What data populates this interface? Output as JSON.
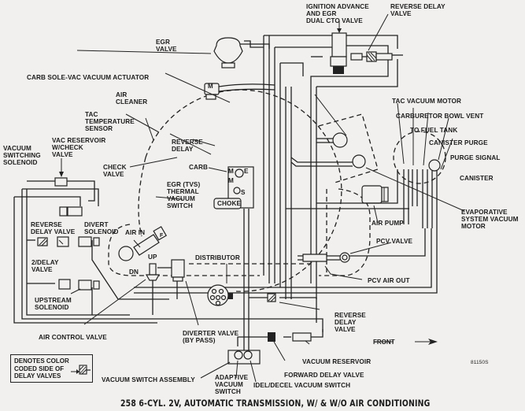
{
  "document": {
    "title": "258 6-CYL. 2V, AUTOMATIC TRANSMISSION, W/ & W/O AIR CONDITIONING",
    "figure_code": "81150S",
    "front_indicator": "FRONT",
    "legend": {
      "text": "DENOTES COLOR\nCODED SIDE OF\nDELAY VALVES",
      "icon": "delay-valve-icon"
    }
  },
  "labels": {
    "ignition_advance": "IGNITION ADVANCE\nAND EGR\nDUAL CTO VALVE",
    "reverse_delay_top": "REVERSE DELAY\nVALVE",
    "egr_valve": "EGR\nVALVE",
    "carb_sole_vac": "CARB SOLE-VAC VACUUM ACTUATOR",
    "air_cleaner": "AIR\nCLEANER",
    "tac_temp_sensor": "TAC\nTEMPERATURE\nSENSOR",
    "tac_vacuum_motor": "TAC VACUUM MOTOR",
    "carb_bowl_vent": "CARBURETOR BOWL VENT",
    "to_fuel_tank": "TO FUEL TANK",
    "canister_purge": "CANISTER PURGE",
    "purge_signal": "PURGE SIGNAL",
    "canister": "CANISTER",
    "vac_reservoir_check": "VAC RESERVOIR\nW/CHECK\nVALVE",
    "vacuum_switching_solenoid": "VACUUM\nSWITCHING\nSOLENOID",
    "reverse_delay_mid": "REVERSE\nDELAY",
    "check_valve": "CHECK\nVALVE",
    "carb": "CARB",
    "egr_tvs": "EGR (TVS)\nTHERMAL\nVACUUM\nSWITCH",
    "choke": "CHOKE",
    "carb_port_e": "E",
    "carb_port_s": "S",
    "carb_port_m1": "M",
    "carb_port_m2": "M",
    "actuator_m": "M",
    "air_pump": "AIR PUMP",
    "evap_motor": "EVAPORATIVE\nSYSTEM VACUUM\nMOTOR",
    "reverse_delay_valve_left": "REVERSE\nDELAY VALVE",
    "divert_solenoid": "DIVERT\nSOLENOID",
    "air_in": "AIR IN",
    "filter_f": "F",
    "two_delay_valve": "2/DELAY\nVALVE",
    "up": "UP",
    "dn": "DN",
    "distributor": "DISTRIBUTOR",
    "pcv_valve": "PCV VALVE",
    "pcv_air_out": "PCV AIR OUT",
    "upstream_solenoid": "UPSTREAM\nSOLENOID",
    "air_control_valve": "AIR CONTROL VALVE",
    "diverter_valve": "DIVERTER VALVE\n(BY PASS)",
    "reverse_delay_bottom": "REVERSE\nDELAY\nVALVE",
    "vacuum_reservoir": "VACUUM RESERVOIR",
    "forward_delay_valve": "FORWARD DELAY VALVE",
    "idel_decel": "IDEL/DECEL VACUUM SWITCH",
    "vacuum_switch_assembly": "VACUUM SWITCH ASSEMBLY",
    "adaptive_vacuum_switch": "ADAPTIVE\nVACUUM\nSWITCH"
  }
}
